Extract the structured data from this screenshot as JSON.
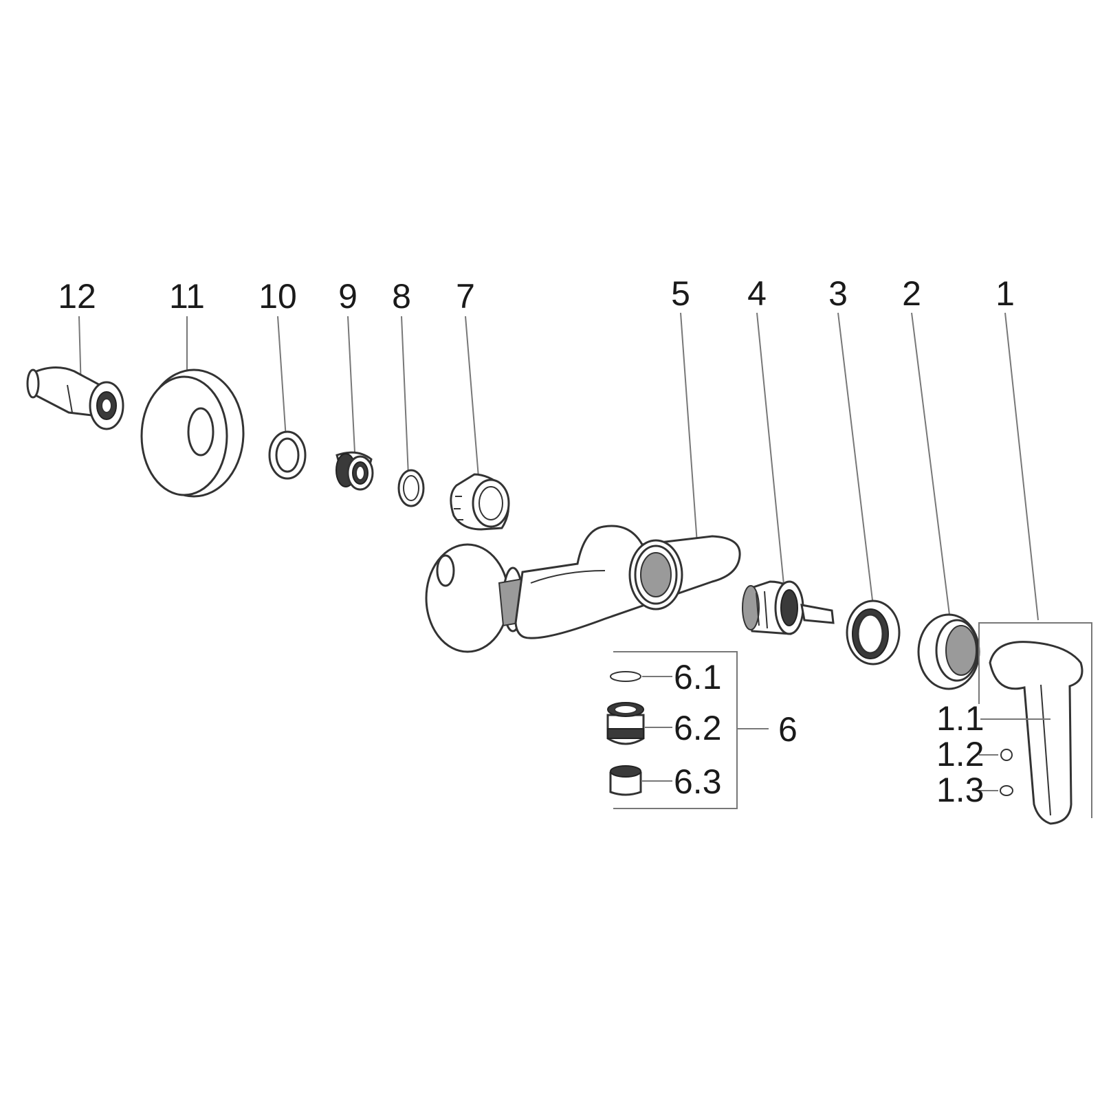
{
  "labels": {
    "p1": "1",
    "p2": "2",
    "p3": "3",
    "p4": "4",
    "p5": "5",
    "p6": "6",
    "p7": "7",
    "p8": "8",
    "p9": "9",
    "p10": "10",
    "p11": "11",
    "p12": "12",
    "p6_1": "6.1",
    "p6_2": "6.2",
    "p6_3": "6.3",
    "p1_1": "1.1",
    "p1_2": "1.2",
    "p1_3": "1.3"
  }
}
